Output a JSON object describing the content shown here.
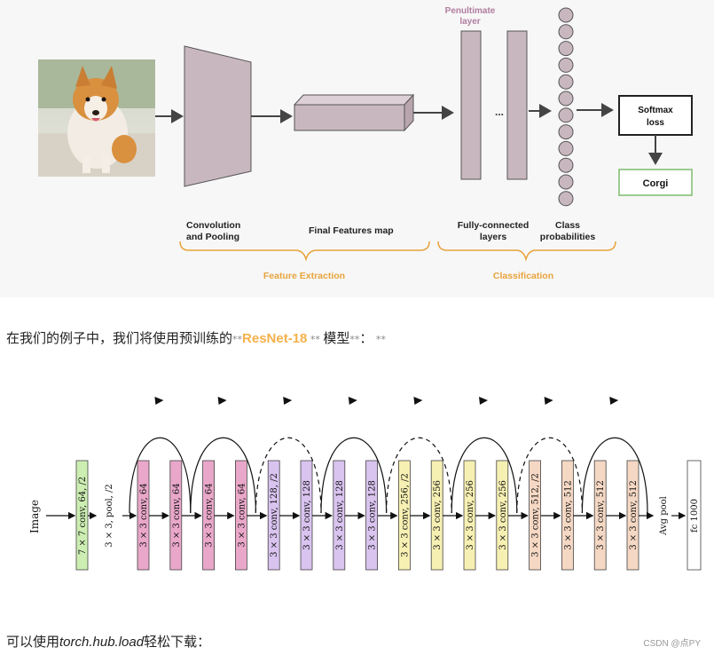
{
  "diagram1": {
    "labels": {
      "penultimate": "Penultimate",
      "penultimate2": "layer",
      "conv": "Convolution",
      "conv2": "and Pooling",
      "final_features": "Final Features map",
      "fc": "Fully-connected",
      "fc2": "layers",
      "class_prob": "Class",
      "class_prob2": "probabilities",
      "dots": "...",
      "softmax": "Softmax",
      "softmax2": "loss",
      "corgi": "Corgi",
      "feature_extraction": "Feature Extraction",
      "classification": "Classification"
    },
    "colors": {
      "mauve": "#c9b7bf",
      "orange": "#e8a33c",
      "green": "#7dbb6f",
      "penultimate": "#b07ea0"
    }
  },
  "para1": {
    "pre": "在我们的例子中，我们将使用预训练的",
    "ast1": "**",
    "highlight": "ResNet-18",
    "ast2": " ** ",
    "mid": "模型",
    "ast3": "**",
    "colon": "：",
    "ast4": " **"
  },
  "resnet": {
    "input_label": "Image",
    "first_conv": "7 × 7 conv, 64, /2",
    "pool": "3 × 3, pool, /2",
    "layers": [
      {
        "label": "3 × 3 conv, 64",
        "color": "#e9a7c9"
      },
      {
        "label": "3 × 3 conv, 64",
        "color": "#e9a7c9"
      },
      {
        "label": "3 × 3 conv, 64",
        "color": "#e9a7c9"
      },
      {
        "label": "3 × 3 conv, 64",
        "color": "#e9a7c9"
      },
      {
        "label": "3 × 3 conv, 128, /2",
        "color": "#d9c3ef"
      },
      {
        "label": "3 × 3 conv, 128",
        "color": "#d9c3ef"
      },
      {
        "label": "3 × 3 conv, 128",
        "color": "#d9c3ef"
      },
      {
        "label": "3 × 3 conv, 128",
        "color": "#d9c3ef"
      },
      {
        "label": "3 × 3 conv, 256, /2",
        "color": "#f7f0b3"
      },
      {
        "label": "3 × 3 conv, 256",
        "color": "#f7f0b3"
      },
      {
        "label": "3 × 3 conv, 256",
        "color": "#f7f0b3"
      },
      {
        "label": "3 × 3 conv, 256",
        "color": "#f7f0b3"
      },
      {
        "label": "3 × 3 conv, 512, /2",
        "color": "#f5d8c4"
      },
      {
        "label": "3 × 3 conv, 512",
        "color": "#f5d8c4"
      },
      {
        "label": "3 × 3 conv, 512",
        "color": "#f5d8c4"
      },
      {
        "label": "3 × 3 conv, 512",
        "color": "#f5d8c4"
      }
    ],
    "skips": [
      "solid",
      "solid",
      "dashed",
      "solid",
      "dashed",
      "solid",
      "dashed",
      "solid"
    ],
    "avg_pool": "Avg pool",
    "fc": "fc 1000",
    "first_color": "#cdeeb2"
  },
  "para2": {
    "pre": "可以使用",
    "code": "torch.hub.load",
    "post": "轻松下载："
  },
  "watermark": "CSDN @点PY"
}
